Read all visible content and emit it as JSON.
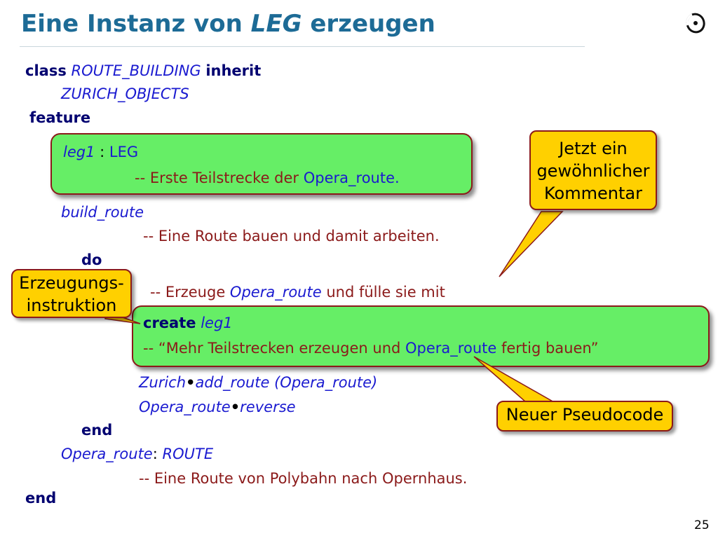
{
  "slide": {
    "title_pre": "Eine Instanz von ",
    "title_it": "LEG",
    "title_post": " erzeugen",
    "page_number": "25"
  },
  "code": {
    "class_kw": "class",
    "class_name": "ROUTE_BUILDING",
    "inherit_kw": "inherit",
    "parent": "ZURICH_OBJECTS",
    "feature_kw": "feature",
    "leg1": "leg1",
    "colon": " : ",
    "leg_type": "LEG",
    "leg_comment_pre": "-- Erste Teilstrecke der ",
    "leg_comment_id": "Opera_route.",
    "build_route": "build_route",
    "build_comment": "-- Eine Route bauen und damit arbeiten.",
    "do_kw": "do",
    "create_comment_pre": "-- Erzeuge ",
    "create_comment_id": "Opera_route",
    "create_comment_post": " und fülle sie mit",
    "create_kw": "create",
    "create_target": "leg1",
    "pseudo_pre": "-- “Mehr Teilstrecken erzeugen und ",
    "pseudo_id": "Opera_route",
    "pseudo_post": "  fertig bauen”",
    "zurich": "Zurich",
    "add_route": "add_route (Opera_route)",
    "opera_route": "Opera_route",
    "reverse": "reverse",
    "end_kw": "end",
    "opera_decl": "Opera_route",
    "opera_decl_sep": ": ",
    "route_type": "ROUTE",
    "opera_comment": "-- Eine Route von Polybahn nach Opernhaus.",
    "class_end_kw": "end"
  },
  "callouts": {
    "comment_l1": "Jetzt ein",
    "comment_l2": "gewöhnlicher",
    "comment_l3": "Kommentar",
    "creation_l1": "Erzeugungs-",
    "creation_l2": "instruktion",
    "pseudocode": "Neuer Pseudocode"
  },
  "colors": {
    "title": "#1d6b96",
    "keyword": "#000070",
    "identifier": "#1a1ad0",
    "comment": "#8b1a1a",
    "highlight_box": "#66ee66",
    "callout": "#ffd000"
  }
}
